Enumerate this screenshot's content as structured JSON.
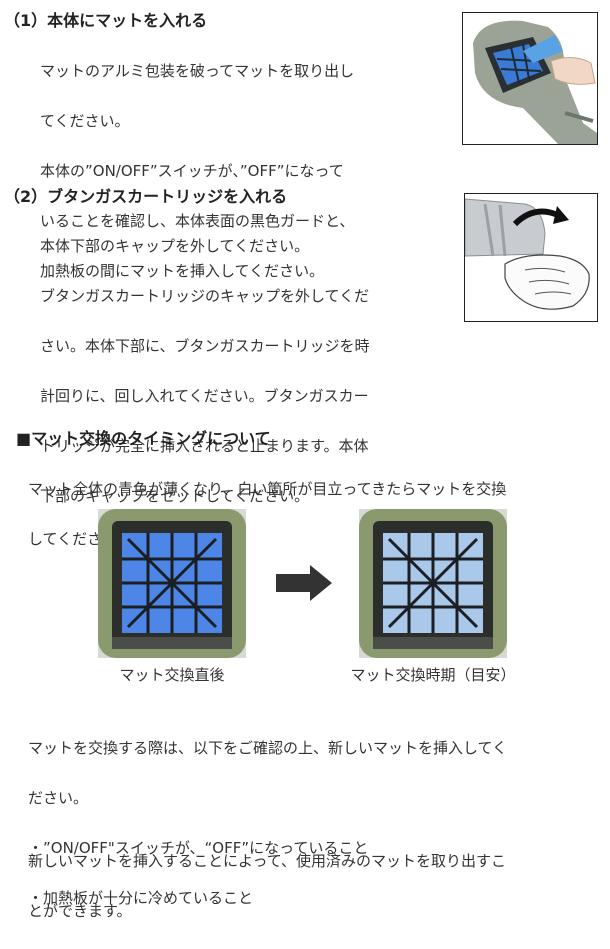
{
  "step1": {
    "heading": "（1）本体にマットを入れる",
    "lines": [
      "マットのアルミ包装を破ってマットを取り出し",
      "てください。",
      "本体の”ON/OFF”スイッチが、”OFF”になって",
      "いることを確認し、本体表面の黒色ガードと、",
      "加熱板の間にマットを挿入してください。"
    ]
  },
  "step2": {
    "heading": "（2）ブタンガスカートリッジを入れる",
    "lines": [
      "本体下部のキャップを外してください。",
      "ブタンガスカートリッジのキャップを外してくだ",
      "さい。本体下部に、ブタンガスカートリッジを時",
      "計回りに、回し入れてください。ブタンガスカー",
      "トリッジが完全に挿入されると止まります。本体",
      "下部のキャップをセットしてください。"
    ]
  },
  "timing": {
    "heading": "■マット交換のタイミングについて",
    "lines": [
      "マット全体の青色が薄くなり、白い箇所が目立ってきたらマットを交換",
      "してください。"
    ],
    "caption_before": "マット交換直後",
    "caption_after": "マット交換時期（目安）"
  },
  "notes": {
    "intro_lines": [
      "マットを交換する際は、以下をご確認の上、新しいマットを挿入してく",
      "ださい。"
    ],
    "bullets": [
      "・”ON/OFF\"スイッチが、“OFF”になっていること",
      "・加熱板が十分に冷めていること"
    ]
  },
  "closing": {
    "lines": [
      "新しいマットを挿入することによって、使用済みのマットを取り出すこ",
      "とができます。"
    ]
  },
  "colors": {
    "mat_new": "#4d86e6",
    "mat_used": "#a9c8ea",
    "device_green": "#8a9a6e",
    "arrow": "#333333"
  }
}
